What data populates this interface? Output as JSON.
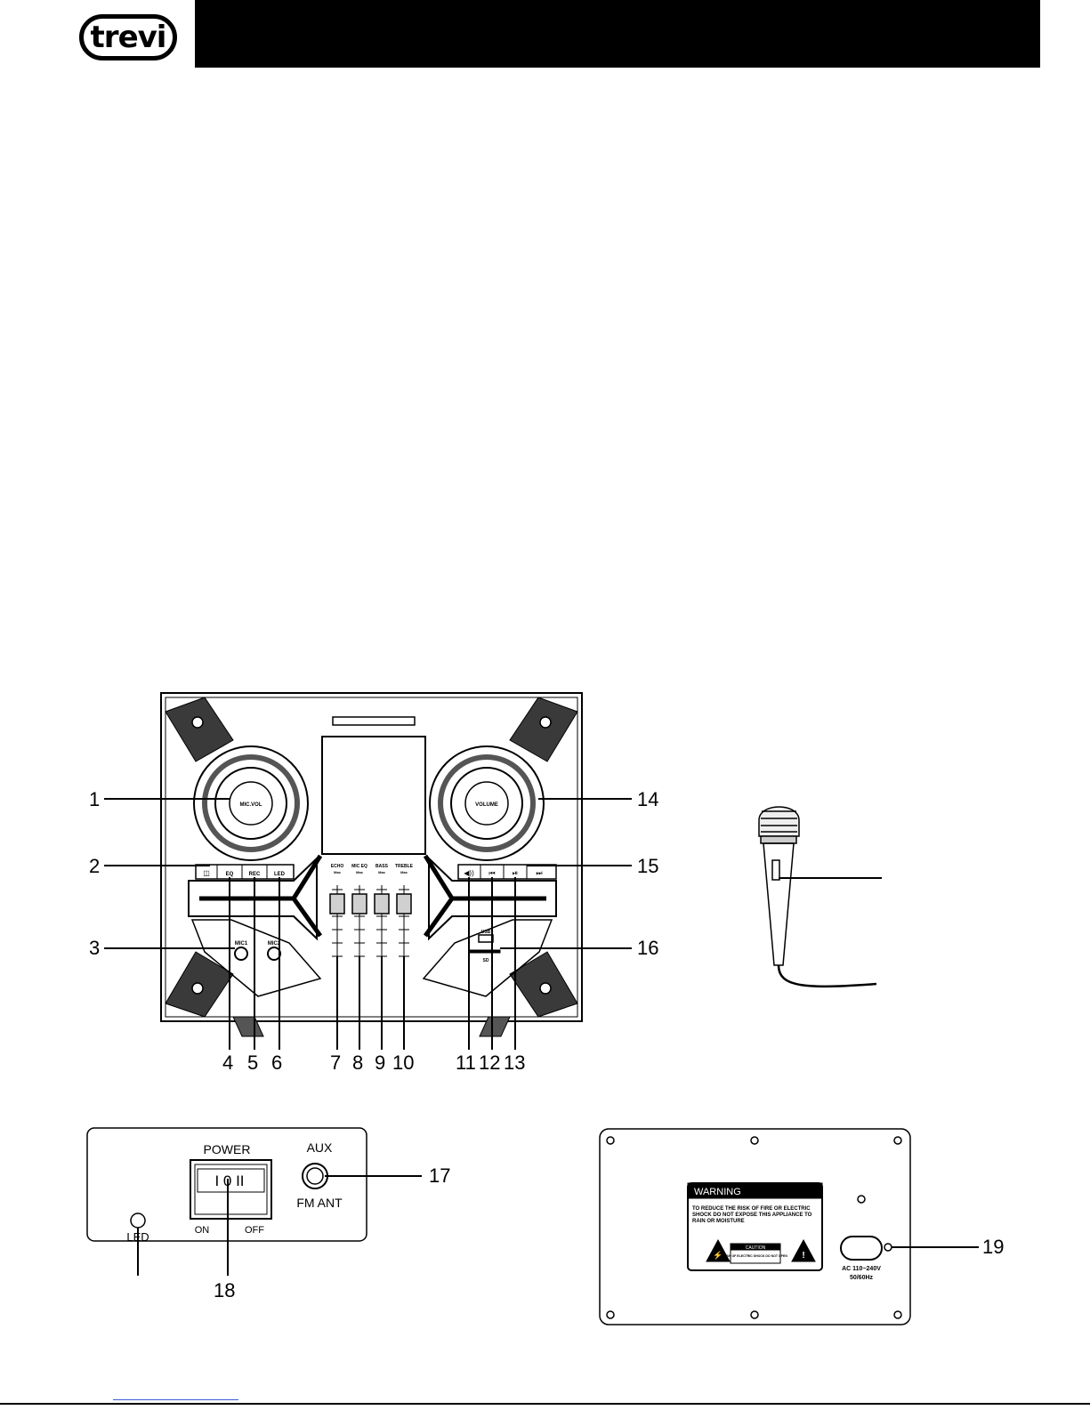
{
  "brand": {
    "logo_text": "trevi"
  },
  "speaker_front": {
    "knob_left": "MIC.VOL",
    "knob_right": "VOLUME",
    "buttons_left": [
      "EQ",
      "REC",
      "LED"
    ],
    "sliders": [
      {
        "label": "ECHO",
        "sub": "Max"
      },
      {
        "label": "MIC EQ",
        "sub": "Max"
      },
      {
        "label": "BASS",
        "sub": "Max"
      },
      {
        "label": "TREBLE",
        "sub": "Max"
      }
    ],
    "jacks": [
      "MIC1",
      "MIC2"
    ],
    "port_labels": [
      "USB",
      "SD"
    ]
  },
  "callouts": [
    "1",
    "2",
    "3",
    "4",
    "5",
    "6",
    "7",
    "8",
    "9",
    "10",
    "11",
    "12",
    "13",
    "14",
    "15",
    "16",
    "17",
    "18",
    "19"
  ],
  "back_panel": {
    "power_label": "POWER",
    "switch_positions": "I  0  II",
    "on_label": "ON",
    "off_label": "OFF",
    "aux_label": "AUX",
    "fm_label": "FM  ANT",
    "led_label": "LED"
  },
  "rear_plate": {
    "warning_title": "WARNING",
    "warning_text": "TO REDUCE THE RISK OF FIRE OR ELECTRIC SHOCK DO NOT EXPOSE THIS APPLIANCE TO RAIN OR MOISTURE",
    "caution_title": "CAUTION",
    "caution_text": "RISK OF ELECTRIC SHOCK DO NOT OPEN",
    "ac_label": "AC 110~240V",
    "freq_label": "50/60Hz"
  }
}
